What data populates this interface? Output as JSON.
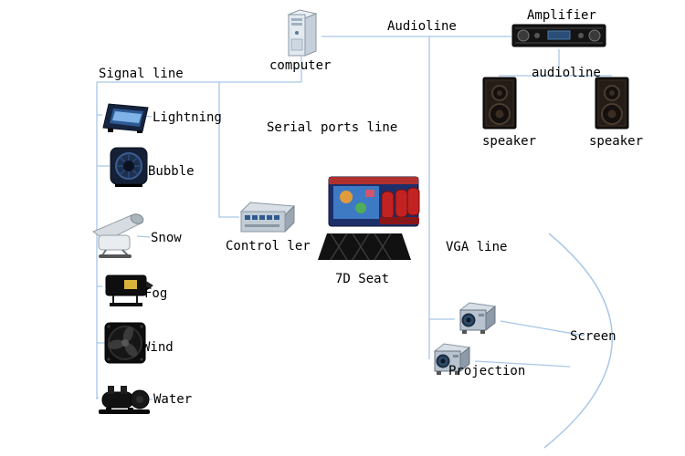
{
  "diagram": {
    "labels": {
      "signal_line": "Signal line",
      "computer": "computer",
      "audioline_top": "Audioline",
      "amplifier": "Amplifier",
      "audioline_speakers": "audioline",
      "speaker_left": "speaker",
      "speaker_right": "speaker",
      "serial_ports_line": "Serial ports line",
      "controller": "Control ler",
      "seat_7d": "7D Seat",
      "vga_line": "VGA line",
      "projection": "Projection",
      "screen": "Screen"
    },
    "devices": [
      {
        "id": "lightning",
        "label": "Lightning"
      },
      {
        "id": "bubble",
        "label": "Bubble"
      },
      {
        "id": "snow",
        "label": "Snow"
      },
      {
        "id": "fog",
        "label": "Fog"
      },
      {
        "id": "wind",
        "label": "Wind"
      },
      {
        "id": "water",
        "label": "Water"
      }
    ],
    "icons": [
      "lightning-machine-icon",
      "bubble-machine-icon",
      "snow-machine-icon",
      "fog-machine-icon",
      "wind-fan-icon",
      "water-pump-icon",
      "computer-tower-icon",
      "amplifier-icon",
      "speaker-icon",
      "speaker-icon",
      "controller-icon",
      "seat-7d-icon",
      "projector-icon",
      "projector-icon",
      "screen-arc"
    ],
    "colors": {
      "connector_line": "#a9c7e7",
      "text": "#000000",
      "background": "#ffffff"
    }
  }
}
